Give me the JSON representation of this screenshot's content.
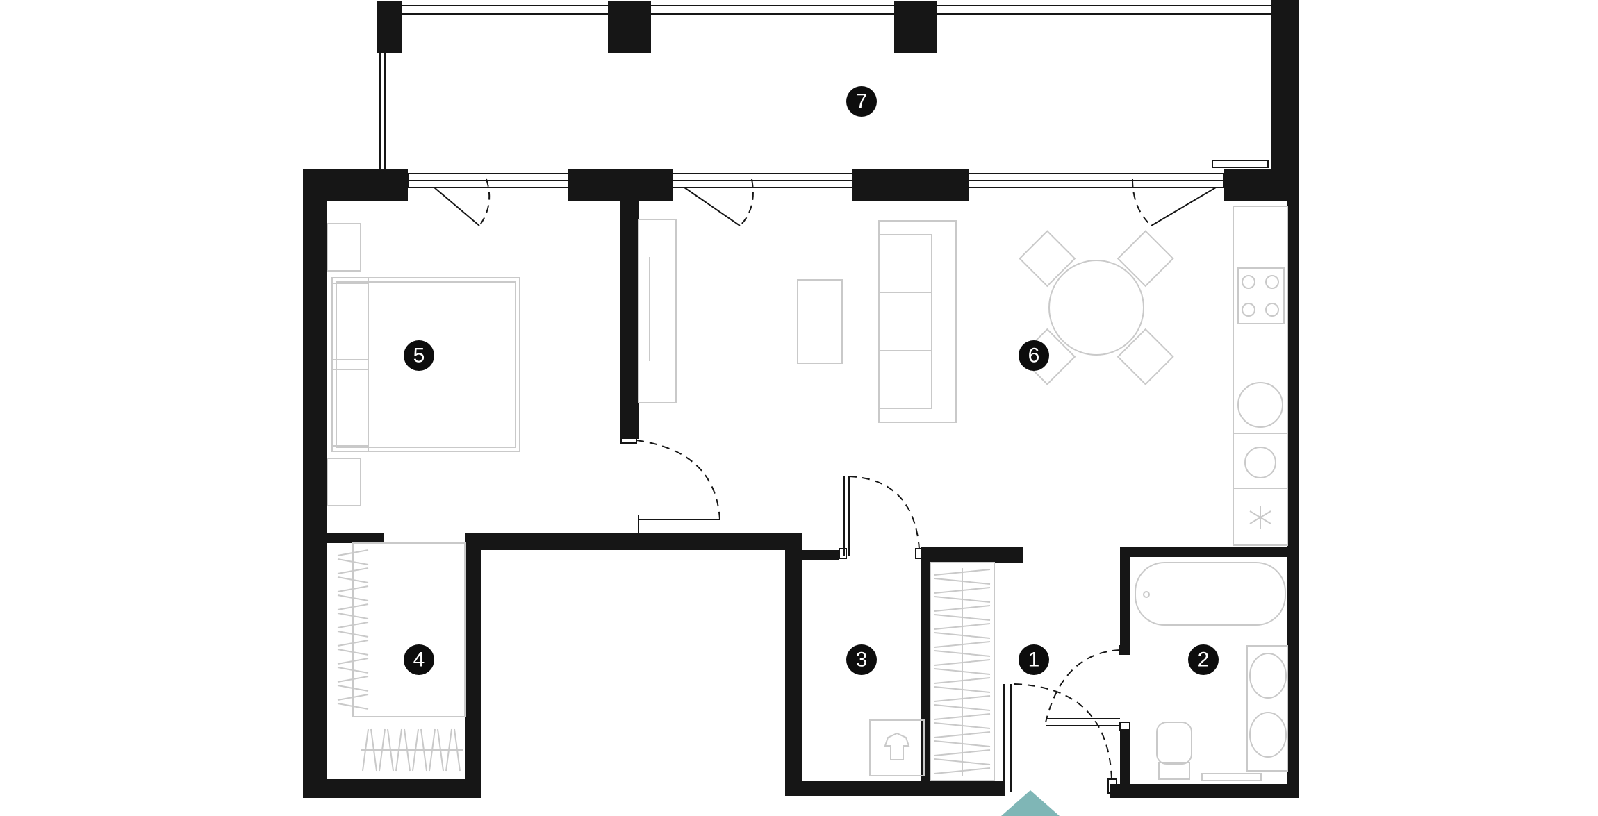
{
  "plan": {
    "rooms": [
      {
        "id": "room-1",
        "number": "1"
      },
      {
        "id": "room-2",
        "number": "2"
      },
      {
        "id": "room-3",
        "number": "3"
      },
      {
        "id": "room-4",
        "number": "4"
      },
      {
        "id": "room-5",
        "number": "5"
      },
      {
        "id": "room-6",
        "number": "6"
      },
      {
        "id": "room-7",
        "number": "7"
      }
    ],
    "colors": {
      "wall": "#161616",
      "furniture": "#c9c9c9",
      "marker": "#0d0d0d",
      "marker_text": "#ffffff",
      "entrance_arrow": "#7fb6b6"
    },
    "icons": [
      "entrance-arrow-icon",
      "cooktop-icon",
      "dishwasher-icon",
      "fridge-icon",
      "clothes-icon",
      "bathtub-icon",
      "toilet-icon",
      "sink-icon"
    ]
  }
}
